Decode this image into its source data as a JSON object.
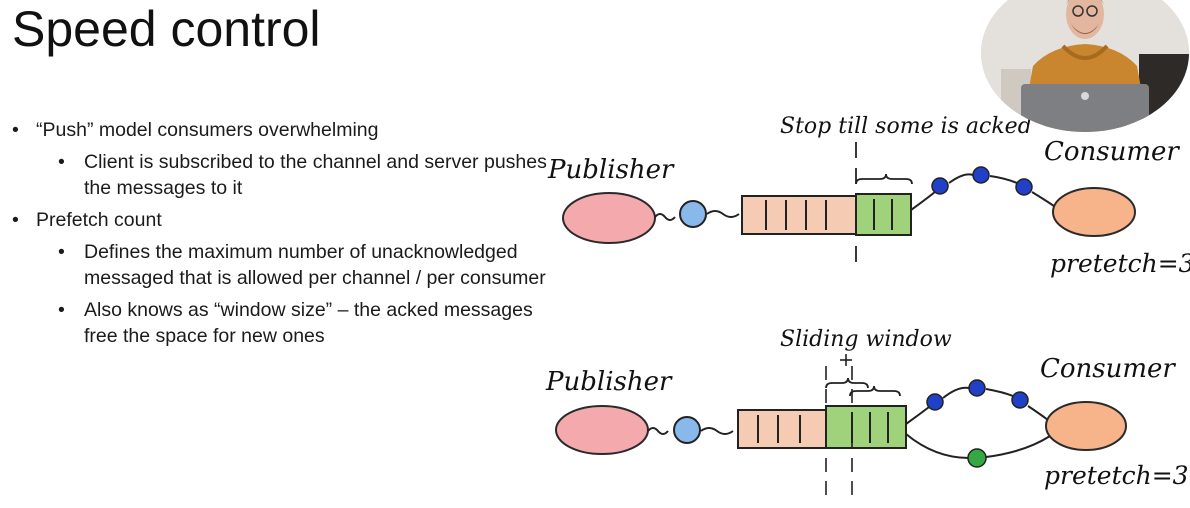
{
  "slide": {
    "title": "Speed control",
    "bullets": [
      {
        "level": 1,
        "text": "“Push” model consumers overwhelming"
      },
      {
        "level": 2,
        "text": "Client is subscribed to the channel and server pushes the messages to it"
      },
      {
        "level": 1,
        "text": "Prefetch count"
      },
      {
        "level": 2,
        "text": "Defines the maximum number of unacknowledged messaged that is allowed per channel / per consumer"
      },
      {
        "level": 2,
        "text": "Also knows as “window size” – the acked messages free the space for new ones"
      }
    ]
  },
  "diagram_top": {
    "publisher_label": "Publisher",
    "consumer_label": "Consumer",
    "annotation": "Stop till some is acked",
    "prefetch_label": "pretetch=3"
  },
  "diagram_bottom": {
    "publisher_label": "Publisher",
    "consumer_label": "Consumer",
    "annotation": "Sliding window",
    "prefetch_label": "pretetch=3"
  },
  "colors": {
    "publisher": "#f4a9ad",
    "consumer": "#f7b48a",
    "queue_fill": "#f5cbb3",
    "window_fill": "#9fd27a",
    "message_blue": "#2040c8",
    "message_light_blue": "#89b8ea",
    "message_green": "#34a843"
  }
}
